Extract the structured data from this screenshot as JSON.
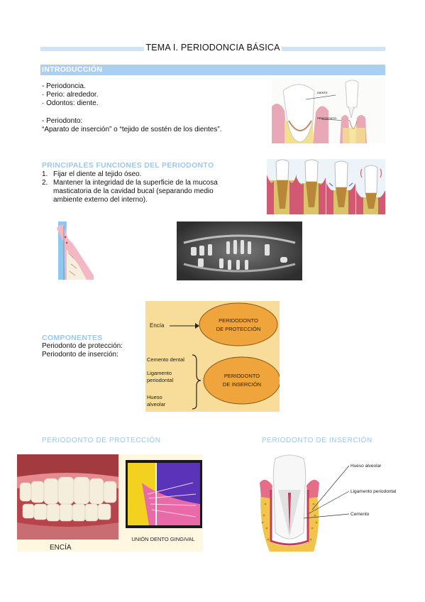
{
  "title": "TEMA I. PERIODONCIA BÁSICA",
  "intro": {
    "heading": "INTRODUCCIÓN",
    "lines": [
      "-   Periodoncia.",
      "· Perio: alrededor.",
      "· Odontos: diente.",
      "-   Periodonto:",
      "“Aparato de inserción” o “tejido de sostén de los dientes”."
    ],
    "figure_labels": [
      "DIENTE",
      "PERIODONTO"
    ]
  },
  "functions": {
    "heading": "PRINCIPALES FUNCIONES DEL PERIODONTO",
    "items": [
      {
        "num": "1.",
        "text": "Fijar el diente al tejido óseo."
      },
      {
        "num": "2.",
        "text": "Mantener la integridad de la superficie de la mucosa"
      },
      {
        "num": "",
        "text": "masticatoria de la cavidad bucal (separando medio"
      },
      {
        "num": "",
        "text": "ambiente externo del interno)."
      }
    ]
  },
  "components": {
    "heading": "COMPONENTES",
    "lines": [
      "Periodonto de protección:",
      "Periodonto de inserción:"
    ],
    "diagram": {
      "encia": "Encía",
      "protection": [
        "PERIDODONTO",
        "DE PROTECCIÓN"
      ],
      "insertion_items": [
        "Cemento dental",
        "Ligamento",
        "periodontal",
        "Hueso",
        "alveolar"
      ],
      "insertion": [
        "PERIODONTO",
        "DE INSERCIÓN"
      ]
    }
  },
  "bottom": {
    "left_heading": "PERIODONTO DE PROTECCIÓN",
    "right_heading": "PERIODONTO DE INSERCIÓN",
    "encia_label": "ENCÍA",
    "union_label": "UNIÓN DENTO GINGIVAL",
    "insertion_labels": [
      "Hueso alveolar",
      "Ligamento periodontal",
      "Cemento"
    ]
  },
  "colors": {
    "accent_blue": "#a9d0f2",
    "heading_blue": "#9dc7ef",
    "diagram_bg": "#f7dc9a",
    "diagram_oval": "#f0a43c"
  }
}
